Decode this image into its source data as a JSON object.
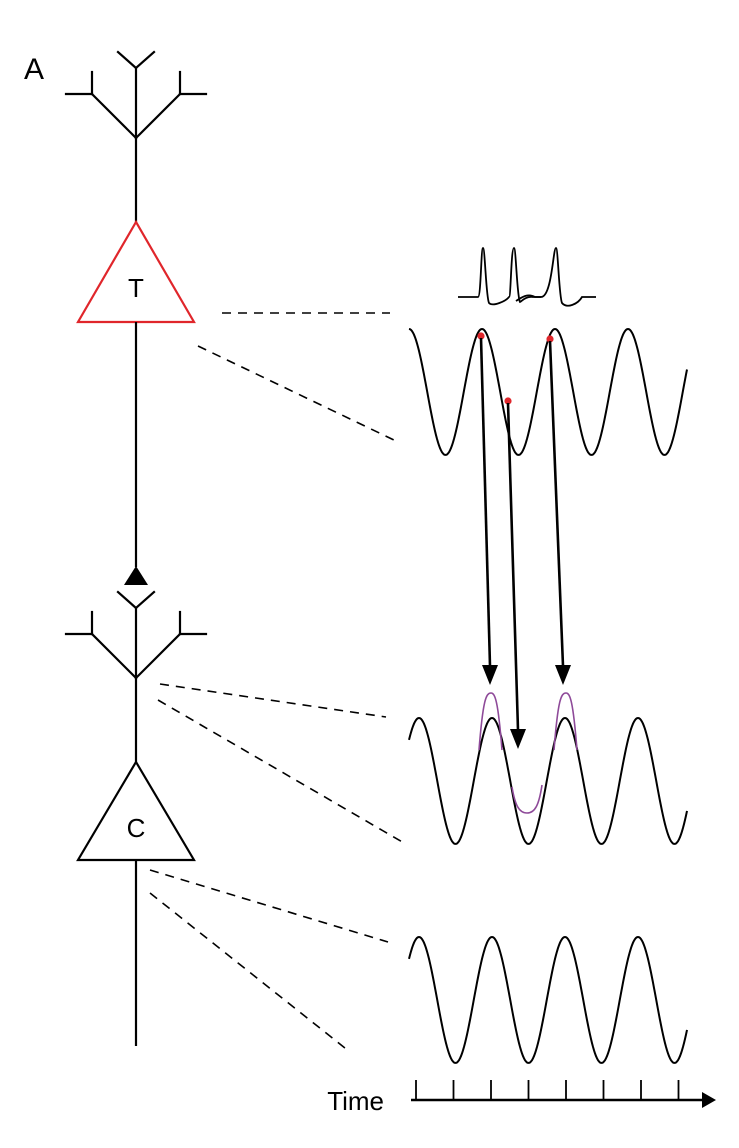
{
  "figure": {
    "panel_label": "A",
    "neuron_top": {
      "label": "T",
      "color": "#e0262b"
    },
    "neuron_bottom": {
      "label": "C",
      "color": "#000000"
    },
    "time_axis": {
      "label": "Time",
      "ticks": 8
    },
    "colors": {
      "ink": "#000000",
      "spike_marker": "#e0262b",
      "depolarization_trace": "#8e4a99"
    }
  }
}
